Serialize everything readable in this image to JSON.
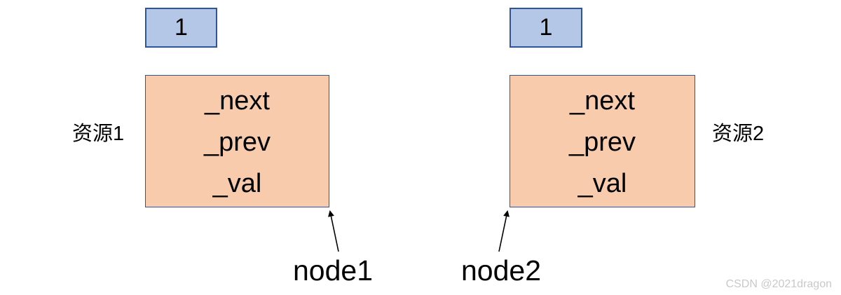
{
  "diagram": {
    "kind": "linked-list-nodes",
    "nodes": [
      {
        "id": "node1",
        "ref_count": "1",
        "fields": [
          "_next",
          "_prev",
          "_val"
        ],
        "resource_label": "资源1",
        "pointer_label": "node1"
      },
      {
        "id": "node2",
        "ref_count": "1",
        "fields": [
          "_next",
          "_prev",
          "_val"
        ],
        "resource_label": "资源2",
        "pointer_label": "node2"
      }
    ],
    "colors": {
      "count_box_fill": "#b4c7e7",
      "count_box_border": "#2e5597",
      "node_box_fill": "#f8cbad",
      "node_box_border": "#2e5597",
      "arrow": "#000000",
      "watermark": "#c9c9c9"
    },
    "watermark": "CSDN @2021dragon"
  }
}
